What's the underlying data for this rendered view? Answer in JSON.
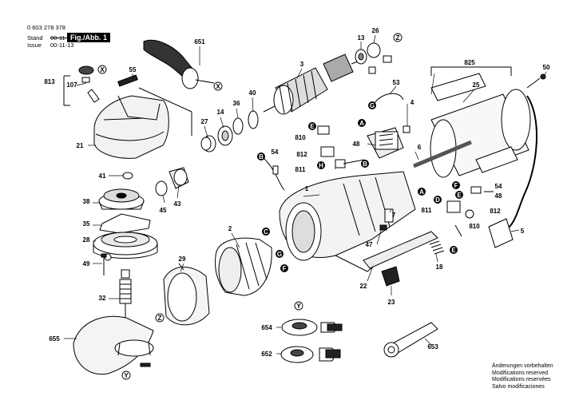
{
  "header": {
    "drawing_number": "0 603 278 378",
    "stand_label": "Stand",
    "stand_date_struck": "00-11-02",
    "issue_label": "Issue",
    "issue_date": "00-11-13",
    "figure_label": "Fig./Abb. 1"
  },
  "footer_notes": [
    "Änderungen vorbehalten",
    "Modifications reserved",
    "Modifications reservées",
    "Salvo modificaciones"
  ],
  "parts": [
    "651",
    "55",
    "813",
    "107",
    "21",
    "41",
    "38",
    "35",
    "28",
    "49",
    "32",
    "655",
    "27",
    "14",
    "36",
    "40",
    "45",
    "43",
    "3",
    "13",
    "26",
    "53",
    "4",
    "825",
    "25",
    "50",
    "810",
    "812",
    "811",
    "54",
    "48",
    "6",
    "1",
    "2",
    "29",
    "7",
    "47",
    "22",
    "23",
    "18",
    "654",
    "652",
    "653",
    "5"
  ],
  "connector_letters": [
    "A",
    "B",
    "C",
    "D",
    "E",
    "F",
    "G",
    "H"
  ],
  "callout_marks": [
    "X",
    "Y",
    "Z"
  ]
}
